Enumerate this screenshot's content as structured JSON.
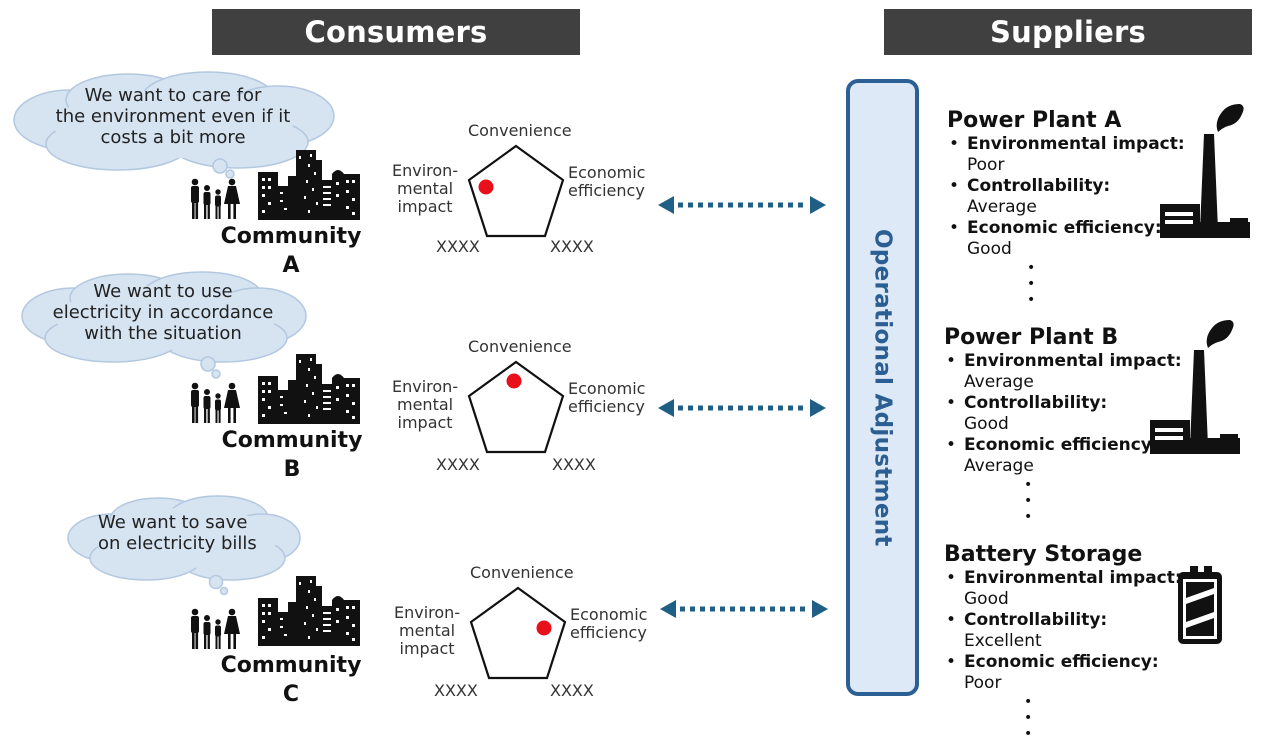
{
  "headers": {
    "consumers": "Consumers",
    "suppliers": "Suppliers"
  },
  "radar_axes": {
    "top": "Convenience",
    "left_line1": "Environ-",
    "left_line2": "mental",
    "left_line3": "impact",
    "right_line1": "Economic",
    "right_line2": "efficiency",
    "bottom_left": "XXXX",
    "bottom_right": "XXXX"
  },
  "communities": [
    {
      "name": "Community",
      "letter": "A",
      "thought_lines": [
        "We want to care for",
        "the environment even if it",
        "costs a bit more"
      ],
      "priority_axis": "Environmental impact"
    },
    {
      "name": "Community",
      "letter": "B",
      "thought_lines": [
        "We want to use",
        "electricity in accordance",
        "with the situation"
      ],
      "priority_axis": "Convenience"
    },
    {
      "name": "Community",
      "letter": "C",
      "thought_lines": [
        "We want to save",
        "on electricity bills"
      ],
      "priority_axis": "Economic efficiency"
    }
  ],
  "operational_adjustment": "Operational Adjustment",
  "suppliers": [
    {
      "title": "Power Plant A",
      "icon": "factory-icon",
      "attributes": [
        {
          "key": "Environmental impact:",
          "value": "Poor"
        },
        {
          "key": "Controllability:",
          "value": "Average"
        },
        {
          "key": "Economic efficiency:",
          "value": "Good"
        }
      ]
    },
    {
      "title": "Power Plant B",
      "icon": "factory-icon",
      "attributes": [
        {
          "key": "Environmental impact:",
          "value": "Average"
        },
        {
          "key": "Controllability:",
          "value": "Good"
        },
        {
          "key": "Economic efficiency:",
          "value": "Average"
        }
      ]
    },
    {
      "title": "Battery Storage",
      "icon": "battery-icon",
      "attributes": [
        {
          "key": "Environmental impact:",
          "value": "Good"
        },
        {
          "key": "Controllability:",
          "value": "Excellent"
        },
        {
          "key": "Economic efficiency:",
          "value": "Poor"
        }
      ]
    }
  ],
  "colors": {
    "header_bg": "#404040",
    "cloud_fill": "#d6e3f1",
    "cloud_stroke": "#a9c0da",
    "op_fill": "#dde9f6",
    "op_border": "#2c5f93",
    "arrow": "#1f5f86",
    "marker": "#e8101a"
  }
}
